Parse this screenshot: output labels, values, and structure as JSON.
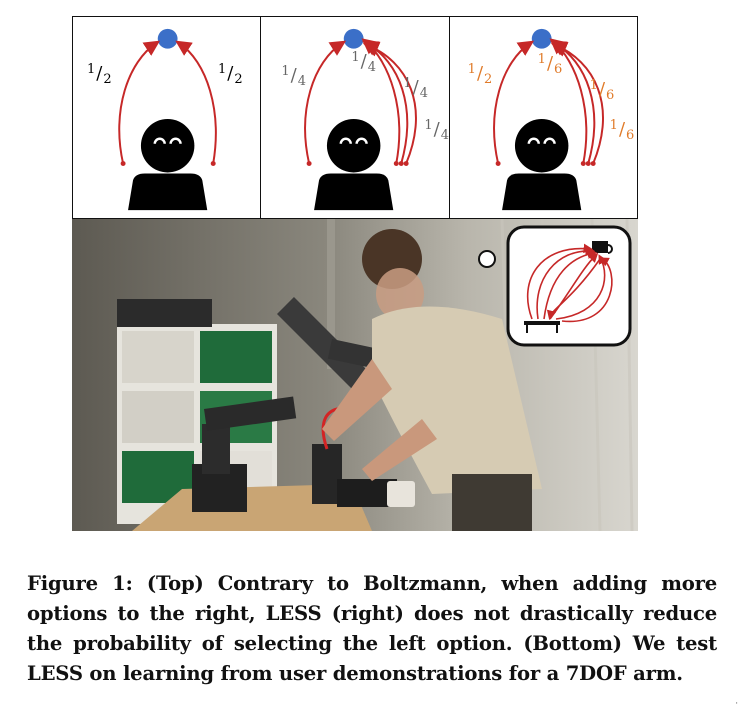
{
  "panels": [
    {
      "name": "boltzmann-two-options",
      "labels": [
        {
          "num": "1",
          "den": "2",
          "color": "#222222"
        },
        {
          "num": "1",
          "den": "2",
          "color": "#222222"
        }
      ]
    },
    {
      "name": "boltzmann-four-options",
      "labels": [
        {
          "num": "1",
          "den": "4",
          "color": "#666666"
        },
        {
          "num": "1",
          "den": "4",
          "color": "#666666"
        },
        {
          "num": "1",
          "den": "4",
          "color": "#666666"
        },
        {
          "num": "1",
          "den": "4",
          "color": "#666666"
        }
      ]
    },
    {
      "name": "less-four-options",
      "labels": [
        {
          "num": "1",
          "den": "2",
          "color": "#e07b2a"
        },
        {
          "num": "1",
          "den": "6",
          "color": "#e07b2a"
        },
        {
          "num": "1",
          "den": "6",
          "color": "#e07b2a"
        },
        {
          "num": "1",
          "den": "6",
          "color": "#e07b2a"
        }
      ]
    }
  ],
  "colors": {
    "goal": "#3b6fc8",
    "arrow": "#c62828",
    "person": "#000000"
  },
  "caption": "Figure 1: (Top) Contrary to Boltzmann, when adding more options to the right, LESS (right) does not drastically reduce the probability of selecting the left option. (Bottom) We test LESS on learning from user demonstrations for a 7DOF arm.",
  "corner_mark": "'"
}
